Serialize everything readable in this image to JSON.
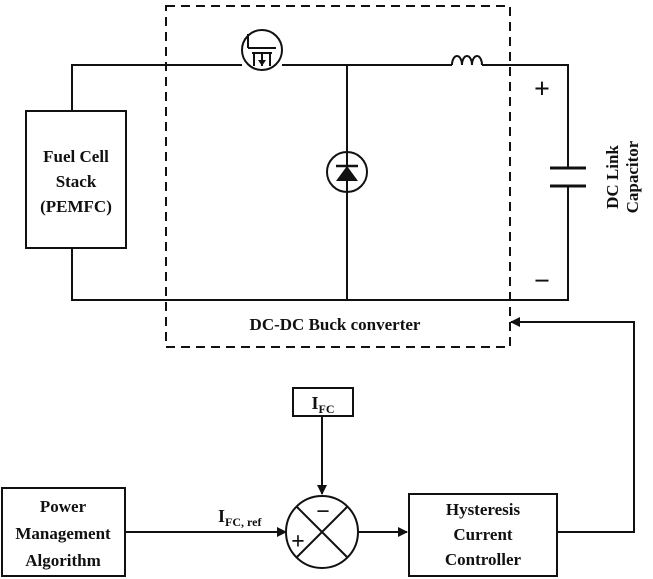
{
  "blocks": {
    "fuel_cell": {
      "line1": "Fuel Cell",
      "line2": "Stack",
      "line3": "(PEMFC)"
    },
    "converter": {
      "label": "DC-DC Buck converter"
    },
    "dc_link": {
      "line1": "DC Link",
      "line2": "Capacitor",
      "plus": "+",
      "minus": "−"
    },
    "current_feedback": {
      "main": "I",
      "sub": "FC"
    },
    "pma": {
      "line1": "Power",
      "line2": "Management",
      "line3": "Algorithm"
    },
    "reference": {
      "main": "I",
      "sub": "FC, ref"
    },
    "summer": {
      "plus": "+",
      "minus": "−"
    },
    "hcc": {
      "line1": "Hysteresis",
      "line2": "Current",
      "line3": "Controller"
    }
  }
}
